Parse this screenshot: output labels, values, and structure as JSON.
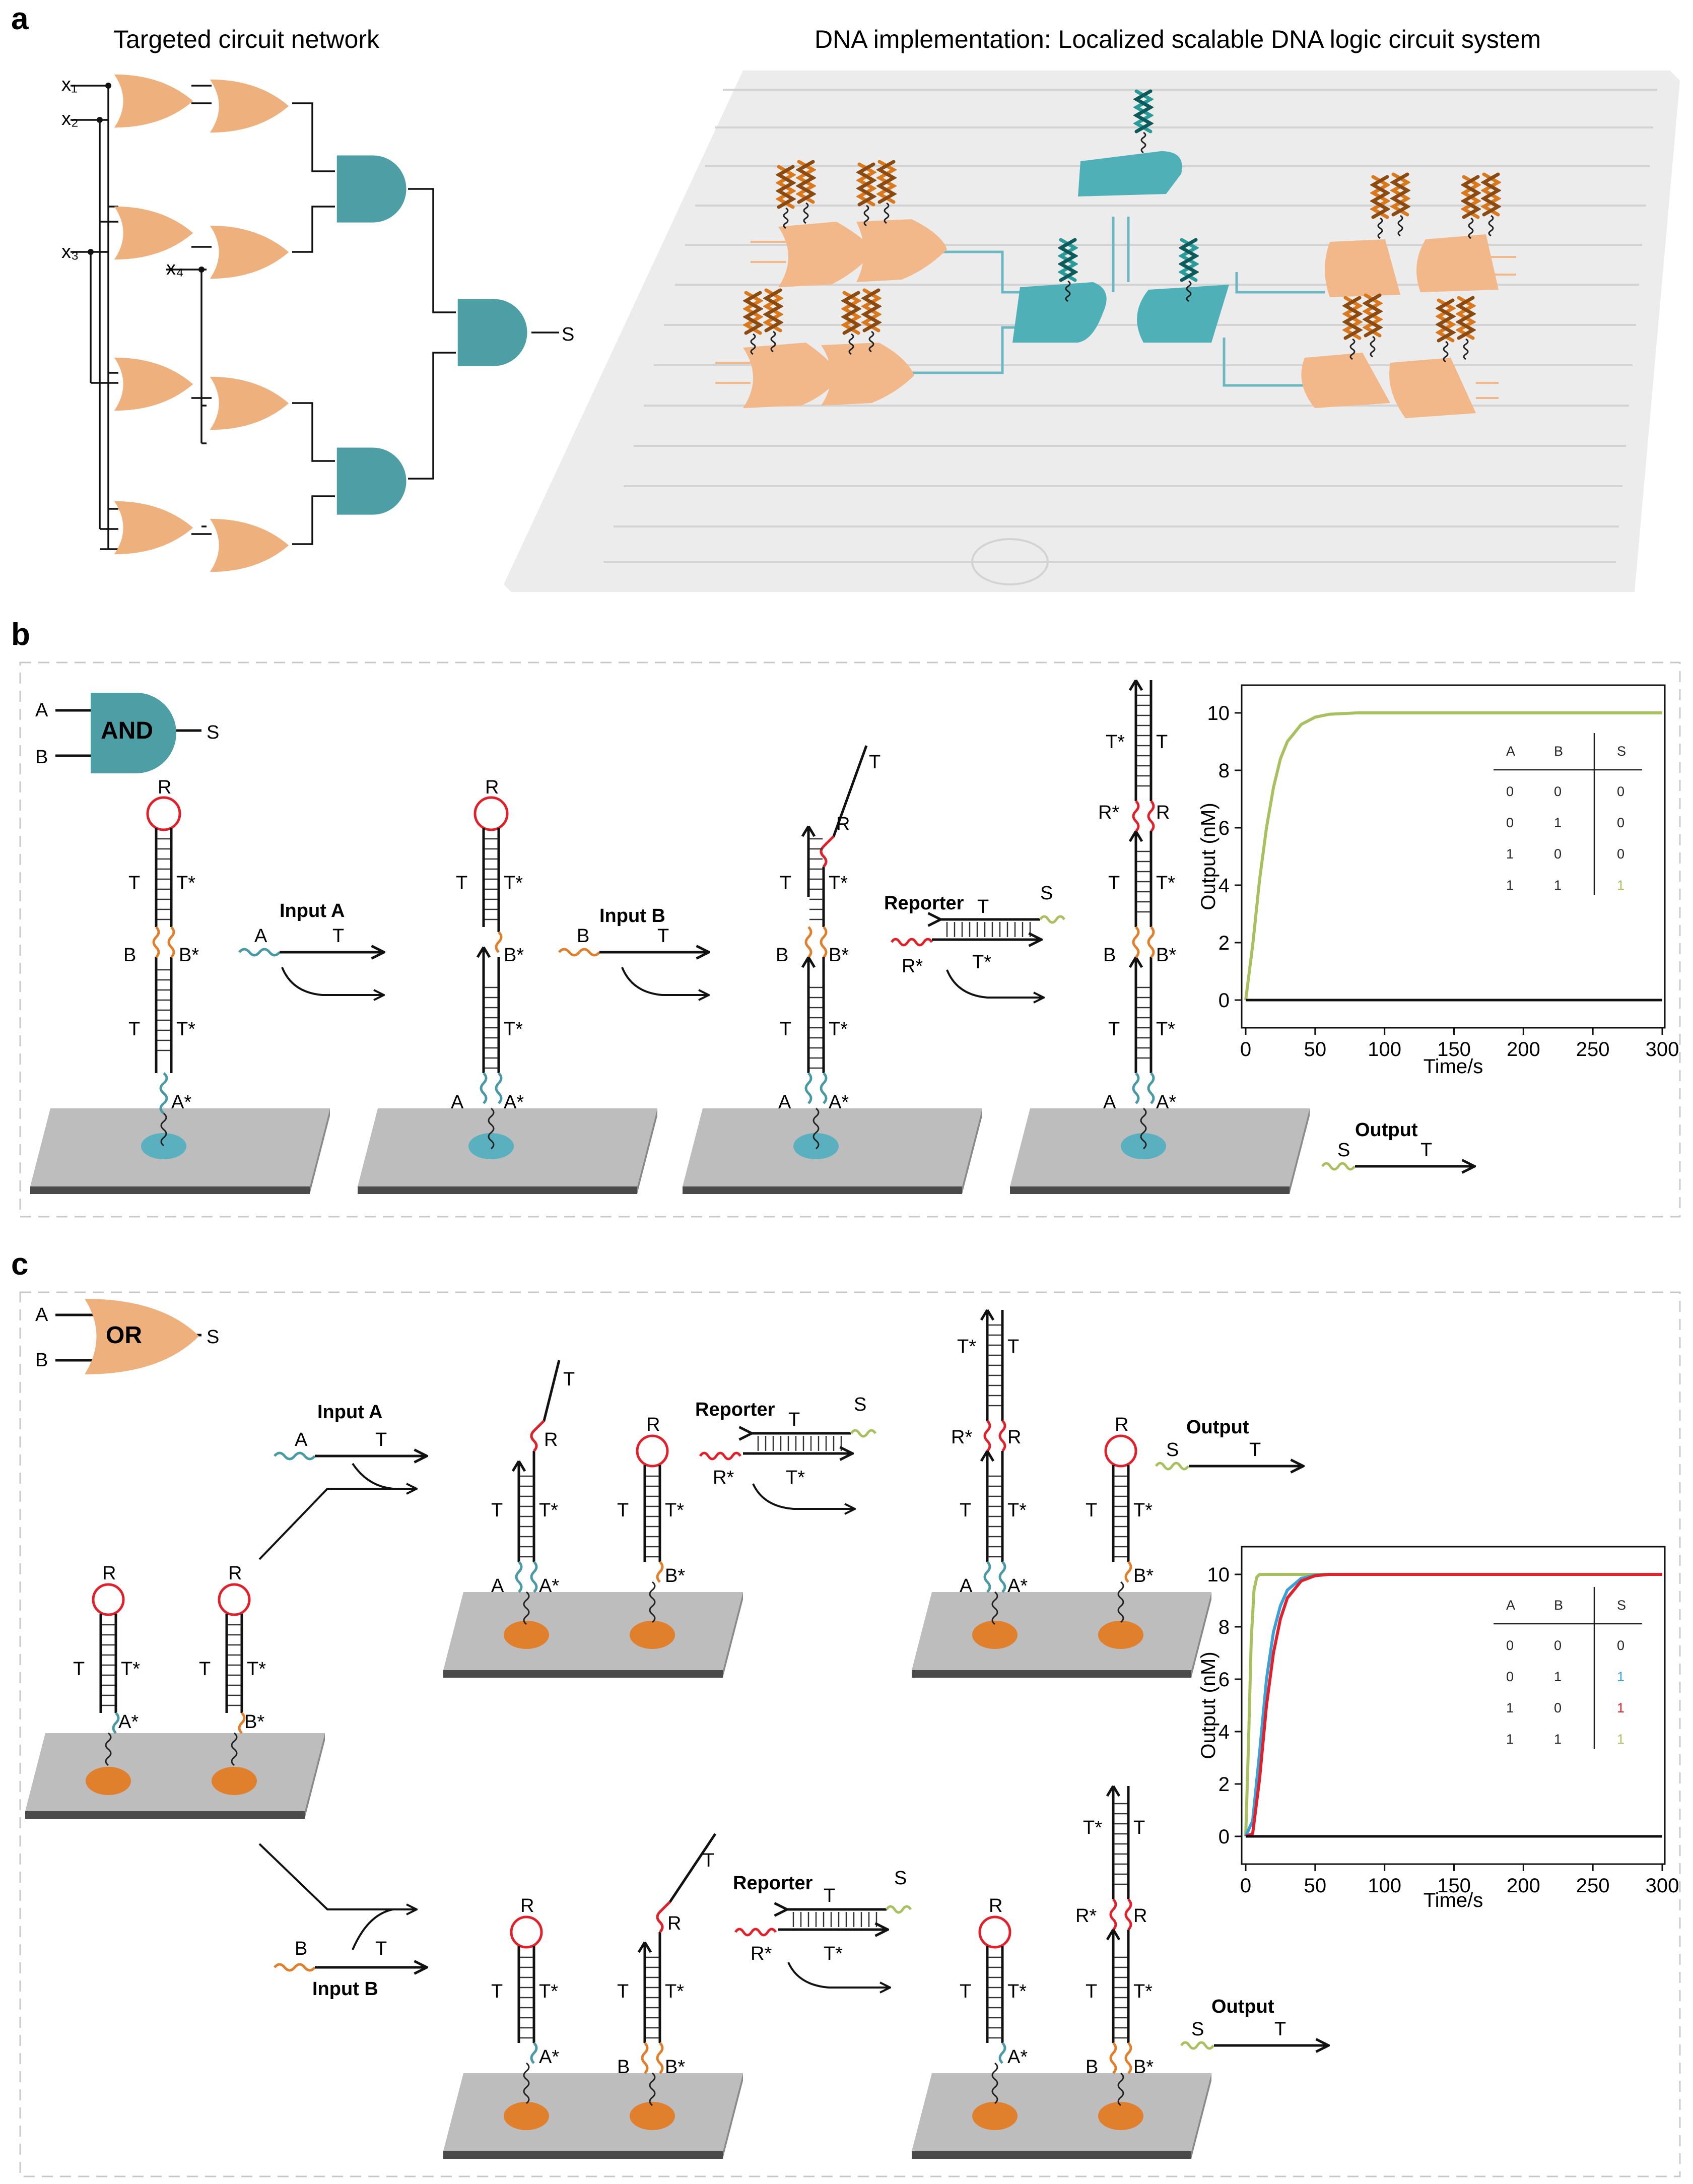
{
  "panels": {
    "a": {
      "letter": "a",
      "left_title": "Targeted circuit network",
      "right_title": "DNA implementation: Localized scalable DNA logic circuit system",
      "inputs": [
        "x₁",
        "x₂",
        "x₃",
        "x₄"
      ],
      "output": "S"
    },
    "b": {
      "letter": "b",
      "gate": {
        "label": "AND",
        "in1": "A",
        "in2": "B",
        "out": "S"
      },
      "steps": {
        "input_a": "Input A",
        "input_b": "Input B",
        "reporter": "Reporter",
        "output": "Output"
      },
      "domains": {
        "R": "R",
        "Rs": "R*",
        "T": "T",
        "Ts": "T*",
        "A": "A",
        "As": "A*",
        "B": "B",
        "Bs": "B*",
        "S": "S"
      }
    },
    "c": {
      "letter": "c",
      "gate": {
        "label": "OR",
        "in1": "A",
        "in2": "B",
        "out": "S"
      },
      "steps": {
        "input_a": "Input A",
        "input_b": "Input B",
        "reporter_top": "Reporter",
        "reporter_bottom": "Reporter",
        "output_top": "Output",
        "output_bottom": "Output"
      }
    }
  },
  "colors": {
    "or_gate": "#eeb07c",
    "and_gate": "#4e9ea5",
    "strand_A": "#4a9aa5",
    "strand_B": "#e0802c",
    "strand_R": "#e0202a",
    "strand_S": "#a8c060",
    "surface": "#bdbdbd",
    "anchor_and": "#5ab0be",
    "anchor_or": "#e07f2c"
  },
  "chart_data": [
    {
      "type": "line",
      "xlabel": "Time/s",
      "ylabel": "Output (nM)",
      "xlim": [
        0,
        300
      ],
      "ylim": [
        0,
        10
      ],
      "xticks": [
        "0",
        "50",
        "100",
        "150",
        "200",
        "250",
        "300"
      ],
      "yticks": [
        "0",
        "2",
        "4",
        "6",
        "8",
        "10"
      ],
      "series": [
        {
          "color": "#a8c060",
          "x": [
            0,
            5,
            10,
            15,
            20,
            25,
            30,
            40,
            50,
            60,
            80,
            100,
            150,
            200,
            250,
            300
          ],
          "y": [
            0,
            1.9,
            4.2,
            6.0,
            7.4,
            8.4,
            9.0,
            9.6,
            9.85,
            9.95,
            10,
            10,
            10,
            10,
            10,
            10
          ]
        },
        {
          "color": "#111111",
          "x": [
            0,
            300
          ],
          "y": [
            0,
            0
          ]
        }
      ],
      "truth_table": {
        "headers": [
          "A",
          "B",
          "S"
        ],
        "rows": [
          [
            "0",
            "0",
            "0"
          ],
          [
            "0",
            "1",
            "0"
          ],
          [
            "1",
            "0",
            "0"
          ],
          [
            "1",
            "1",
            "1"
          ]
        ],
        "s_colors": [
          "#222222",
          "#222222",
          "#222222",
          "#a8c060"
        ]
      }
    },
    {
      "type": "line",
      "xlabel": "Time/s",
      "ylabel": "Output (nM)",
      "xlim": [
        0,
        300
      ],
      "ylim": [
        0,
        10
      ],
      "xticks": [
        "0",
        "50",
        "100",
        "150",
        "200",
        "250",
        "300"
      ],
      "yticks": [
        "0",
        "2",
        "4",
        "6",
        "8",
        "10"
      ],
      "series": [
        {
          "color": "#a8c060",
          "x": [
            0,
            2,
            4,
            6,
            8,
            10,
            15,
            20,
            300
          ],
          "y": [
            0,
            3.5,
            7.5,
            9.4,
            9.9,
            10,
            10,
            10,
            10
          ]
        },
        {
          "color": "#3aa0d8",
          "x": [
            0,
            5,
            10,
            15,
            20,
            25,
            30,
            40,
            50,
            60,
            80,
            300
          ],
          "y": [
            0,
            0.6,
            3.2,
            6.0,
            7.8,
            8.8,
            9.4,
            9.85,
            9.97,
            10,
            10,
            10
          ]
        },
        {
          "color": "#e0202a",
          "x": [
            0,
            5,
            10,
            15,
            20,
            25,
            30,
            40,
            50,
            60,
            80,
            300
          ],
          "y": [
            0,
            0.1,
            2.2,
            5.0,
            7.0,
            8.3,
            9.1,
            9.75,
            9.95,
            10,
            10,
            10
          ]
        },
        {
          "color": "#111111",
          "x": [
            0,
            300
          ],
          "y": [
            0,
            0
          ]
        }
      ],
      "truth_table": {
        "headers": [
          "A",
          "B",
          "S"
        ],
        "rows": [
          [
            "0",
            "0",
            "0"
          ],
          [
            "0",
            "1",
            "1"
          ],
          [
            "1",
            "0",
            "1"
          ],
          [
            "1",
            "1",
            "1"
          ]
        ],
        "s_colors": [
          "#222222",
          "#3aa0d8",
          "#e0202a",
          "#a8c060"
        ]
      }
    }
  ]
}
